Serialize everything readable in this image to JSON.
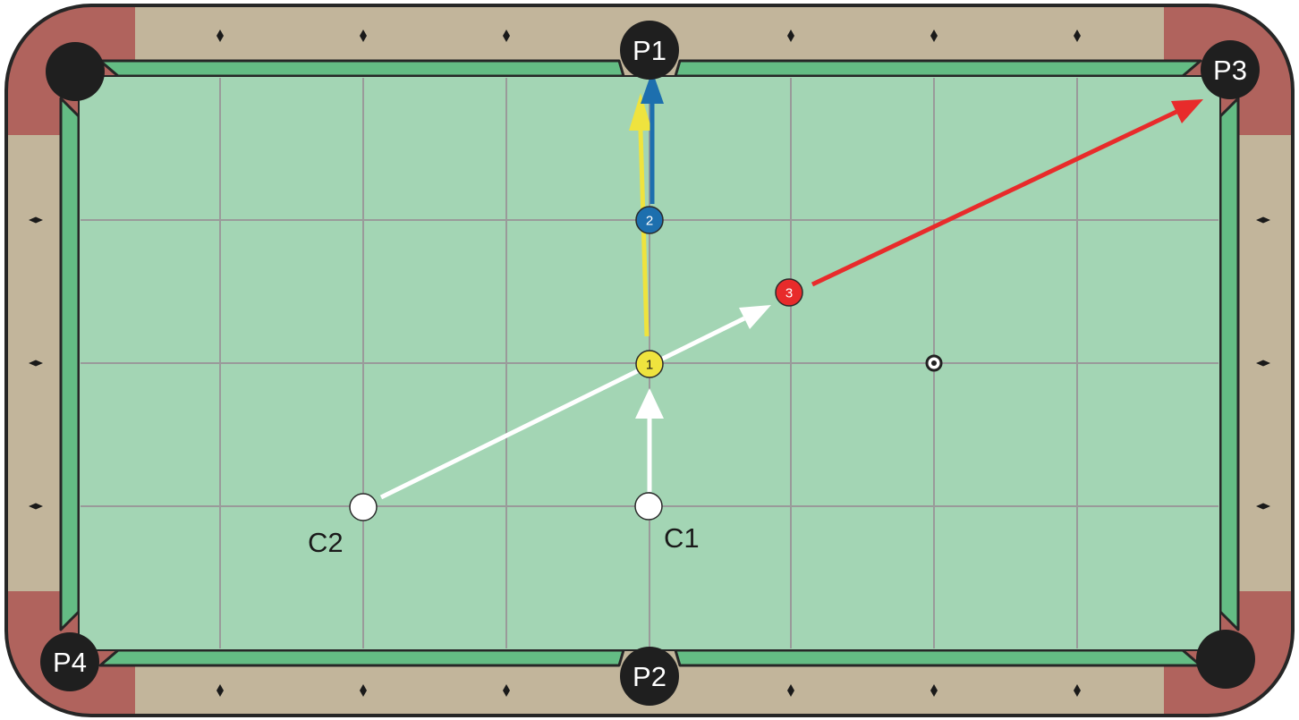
{
  "colors": {
    "frame_wood": "#c2b59b",
    "frame_corner": "#b0635d",
    "rail_cushion": "#64bc84",
    "felt": "#a3d5b4",
    "grid_line": "#9a9a9a",
    "pocket": "#1f1f1f",
    "outline": "#262626",
    "diamond": "#1a1a1a",
    "shot_white": "#ffffff",
    "shot_yellow": "#efe33e",
    "shot_blue": "#1d6fae",
    "shot_red": "#e82b2b"
  },
  "pockets": [
    {
      "id": "p1",
      "label": "P1"
    },
    {
      "id": "p2",
      "label": "P2"
    },
    {
      "id": "p3",
      "label": "P3"
    },
    {
      "id": "p4",
      "label": "P4"
    },
    {
      "id": "top-left",
      "label": ""
    },
    {
      "id": "bottom-right",
      "label": ""
    }
  ],
  "object_balls": [
    {
      "id": "ball-1",
      "number": "1",
      "color": "#efe33e",
      "text_color": "#1a1a1a"
    },
    {
      "id": "ball-2",
      "number": "2",
      "color": "#1d6fae",
      "text_color": "#ffffff"
    },
    {
      "id": "ball-3",
      "number": "3",
      "color": "#e82b2b",
      "text_color": "#ffffff"
    }
  ],
  "cue_balls": [
    {
      "id": "c1",
      "label": "C1"
    },
    {
      "id": "c2",
      "label": "C2"
    }
  ],
  "shots": [
    {
      "id": "c1-to-ball-1",
      "color": "#ffffff",
      "from": "C1",
      "to": "1"
    },
    {
      "id": "c2-to-ball-3",
      "color": "#ffffff",
      "from": "C2",
      "to": "3"
    },
    {
      "id": "ball-1-to-p1",
      "color": "#efe33e",
      "from": "1",
      "to": "P1"
    },
    {
      "id": "ball-2-to-p1",
      "color": "#1d6fae",
      "from": "2",
      "to": "P1"
    },
    {
      "id": "ball-3-to-p3",
      "color": "#e82b2b",
      "from": "3",
      "to": "P3"
    }
  ],
  "foot_spot_icon": "crosshair-spot"
}
